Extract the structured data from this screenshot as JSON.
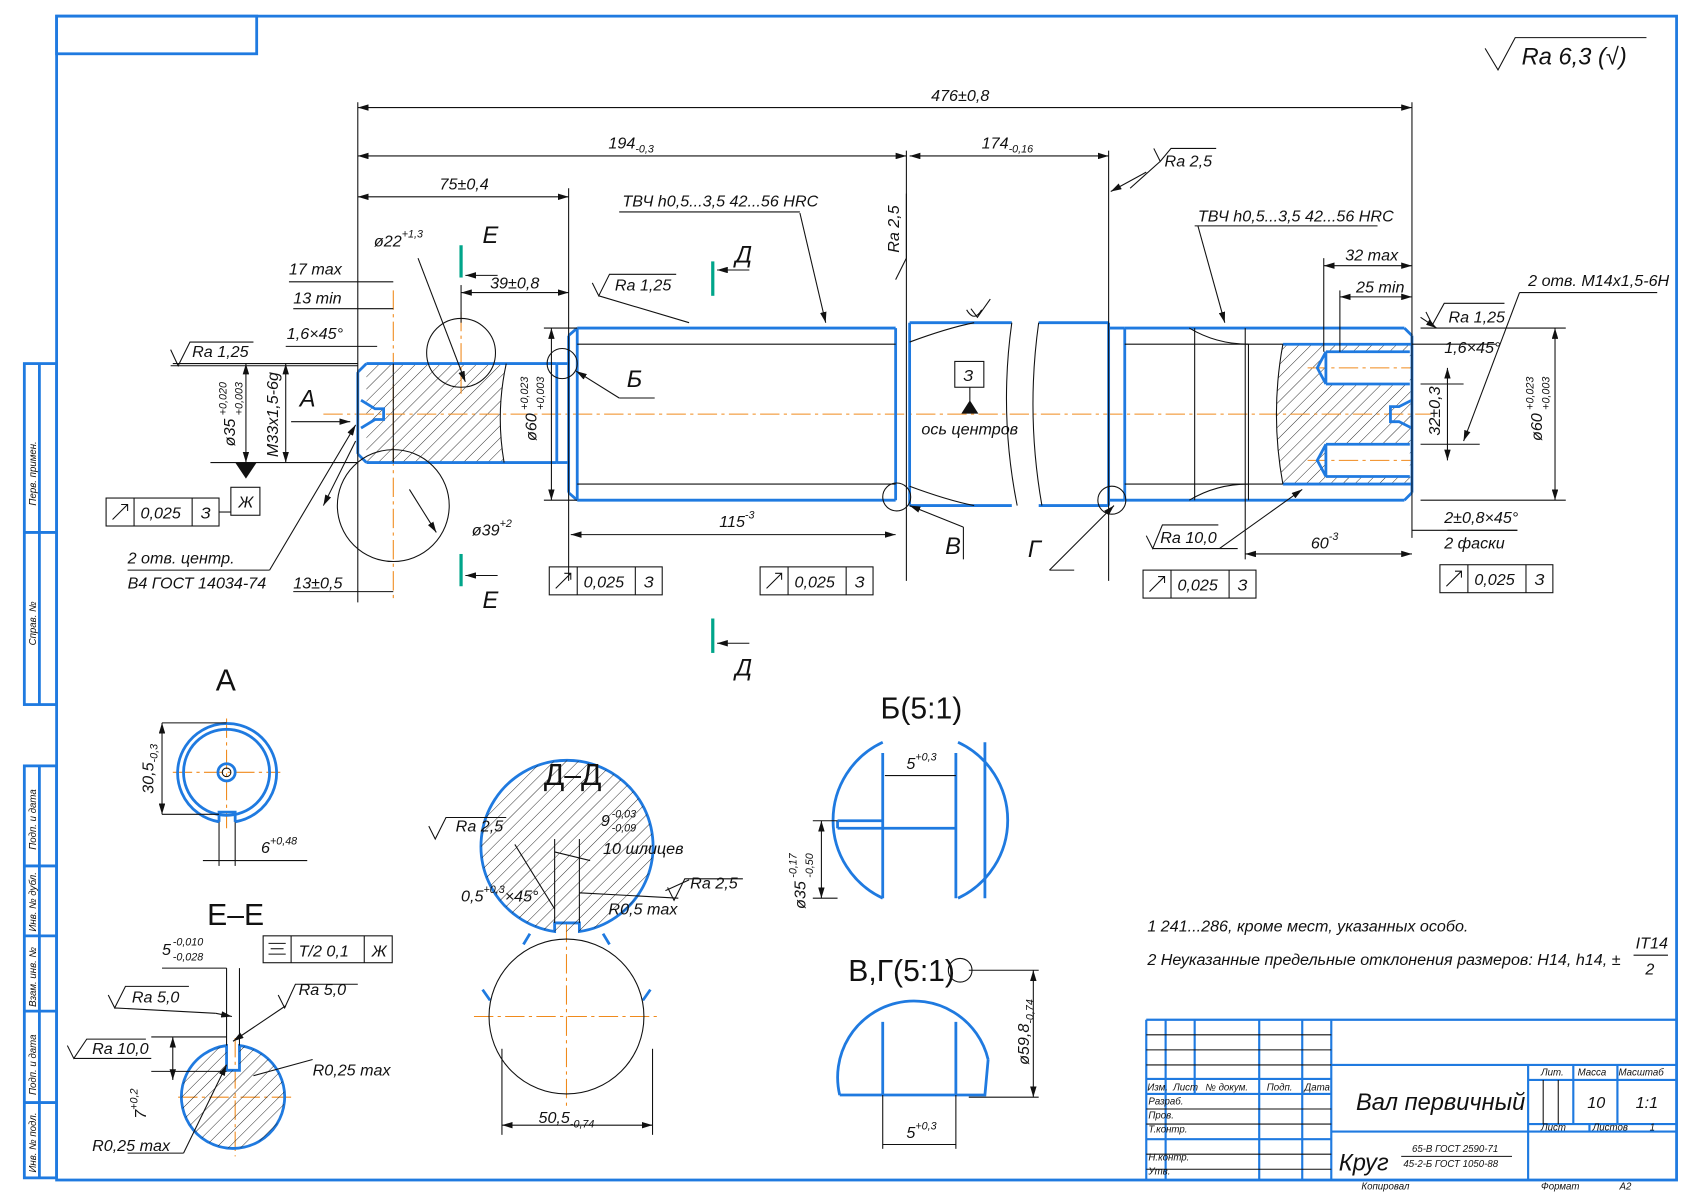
{
  "colors": {
    "contour": "#1f7ae0",
    "centerline": "#f08a1c",
    "section_marker": "#00a58a",
    "lines": "#111111"
  },
  "roughness_general": {
    "value": "Ra 6,3",
    "suffix": "(√)"
  },
  "main_view": {
    "dim_total": "476±0,8",
    "dim_194": "194",
    "dim_194_tol": "-0,3",
    "dim_174": "174",
    "dim_174_tol": "-0,16",
    "dim_75": "75±0,4",
    "dim_39": "39±0,8",
    "dim_17": "17 max",
    "dim_13": "13 min",
    "chamfer_left": "1,6×45°",
    "dia_22": "ø22",
    "dia_22_tol": "+1,3",
    "dia_39": "ø39",
    "dia_39_tol": "+2",
    "dia_35": "ø35",
    "dia_35_up": "+0,020",
    "dia_35_lo": "+0,003",
    "thread_left": "M33x1,5-6g",
    "dia_60": "ø60",
    "dia_60_up": "+0,023",
    "dia_60_lo": "+0,003",
    "dia_60r": "ø60",
    "dia_60r_up": "+0,023",
    "dia_60r_lo": "+0,003",
    "dim_115": "115",
    "dim_115_tol": "-3",
    "dim_13_05": "13±0,5",
    "centers_note_1": "2 отв. центр.",
    "centers_note_2": "В4 ГОСТ 14034-74",
    "hardening_left": "ТВЧ h0,5...3,5 42...56 HRC",
    "hardening_right": "ТВЧ h0,5...3,5 42...56 HRC",
    "ra_left": "Ra 1,25",
    "ra_spline": "Ra 1,25",
    "ra_vertical": "Ra 2,5",
    "ra_top": "Ra 2,5",
    "ra_right": "Ra 1,25",
    "ra_bottom": "Ra 10,0",
    "dim_32max": "32 max",
    "dim_25min": "25 min",
    "chamfer_right": "1,6×45°",
    "dim_32": "32±0,3",
    "holes_note": "2 отв. M14x1,5-6H",
    "dim_60": "60",
    "dim_60_tol": "-3",
    "chamfer_ends": "2±0,8×45°",
    "chamfer_ends_2": "2 фаски",
    "datum_3": "З",
    "centers_axis": "ось центров",
    "datum_zh": "Ж",
    "view_a": "А",
    "section_e": "Е",
    "section_d": "Д",
    "detail_b": "Б",
    "detail_v": "В",
    "detail_g": "Г",
    "tolerances": [
      {
        "symbol": "runout",
        "value": "0,025",
        "datum": "З"
      },
      {
        "symbol": "runout",
        "value": "0,025",
        "datum": "З"
      },
      {
        "symbol": "runout",
        "value": "0,025",
        "datum": "З"
      },
      {
        "symbol": "runout",
        "value": "0,025",
        "datum": "З"
      },
      {
        "symbol": "runout",
        "value": "0,025",
        "datum": "З"
      }
    ]
  },
  "view_a": {
    "title": "А",
    "dim": "30,5",
    "dim_tol": "-0,3",
    "key": "6",
    "key_tol": "+0,48"
  },
  "section_dd": {
    "title": "Д–Д",
    "ra_1": "Ra 2,5",
    "ra_2": "Ra 2,5",
    "spline_w": "9",
    "spline_up": "-0,03",
    "spline_lo": "-0,09",
    "splines": "10 шлицев",
    "chamfer": "0,5",
    "chamfer_tol": "+0,3",
    "chamfer_suffix": "×45°",
    "radius": "R0,5 max",
    "dia": "50,5",
    "dia_tol": "-0,74"
  },
  "section_ee": {
    "title": "Е–Е",
    "key_w": "5",
    "key_up": "-0,010",
    "key_lo": "-0,028",
    "tolerance": {
      "symbol": "symmetry",
      "value": "T/2 0,1",
      "datum": "Ж"
    },
    "ra_1": "Ra 5,0",
    "ra_2": "Ra 5,0",
    "ra_3": "Ra 10,0",
    "depth": "7",
    "depth_tol": "+0,2",
    "radius_1": "R0,25 max",
    "radius_2": "R0,25 max"
  },
  "detail_b": {
    "title": "Б(5:1)",
    "dim": "5",
    "dim_tol": "+0,3",
    "dia": "ø35",
    "dia_up": "-0,17",
    "dia_lo": "-0,50"
  },
  "detail_vg": {
    "title": "В,Г(5:1)",
    "dim": "5",
    "dim_tol": "+0,3",
    "dia": "ø59,8",
    "dia_tol": "-0,74"
  },
  "notes": [
    "1 241...286, кроме мест, указанных особо.",
    "2 Неуказанные предельные отклонения размеров: H14, h14, ±"
  ],
  "note_fraction": {
    "num": "IT14",
    "den": "2"
  },
  "title_block": {
    "headers": [
      "Изм.",
      "Лист",
      "№ докум.",
      "Подп.",
      "Дата"
    ],
    "roles": [
      "Разраб.",
      "Пров.",
      "Т.контр.",
      "",
      "Н.контр.",
      "Утв."
    ],
    "name": "Вал первичный",
    "material_prefix": "Круг",
    "material_top": "65-В ГОСТ 2590-71",
    "material_bottom": "45-2-Б ГОСТ 1050-88",
    "lit_label": "Лит.",
    "mass_label": "Масса",
    "scale_label": "Масштаб",
    "mass": "10",
    "scale": "1:1",
    "sheet_label": "Лист",
    "sheets_label": "Листов",
    "sheets": "1",
    "copied": "Копировал",
    "format_label": "Формат",
    "format": "А2"
  },
  "side_stamps": [
    "Перв. примен.",
    "Справ. №",
    "Подп. и дата",
    "Инв. № дубл.",
    "Взам. инв. №",
    "Подп. и дата",
    "Инв. № подл."
  ]
}
